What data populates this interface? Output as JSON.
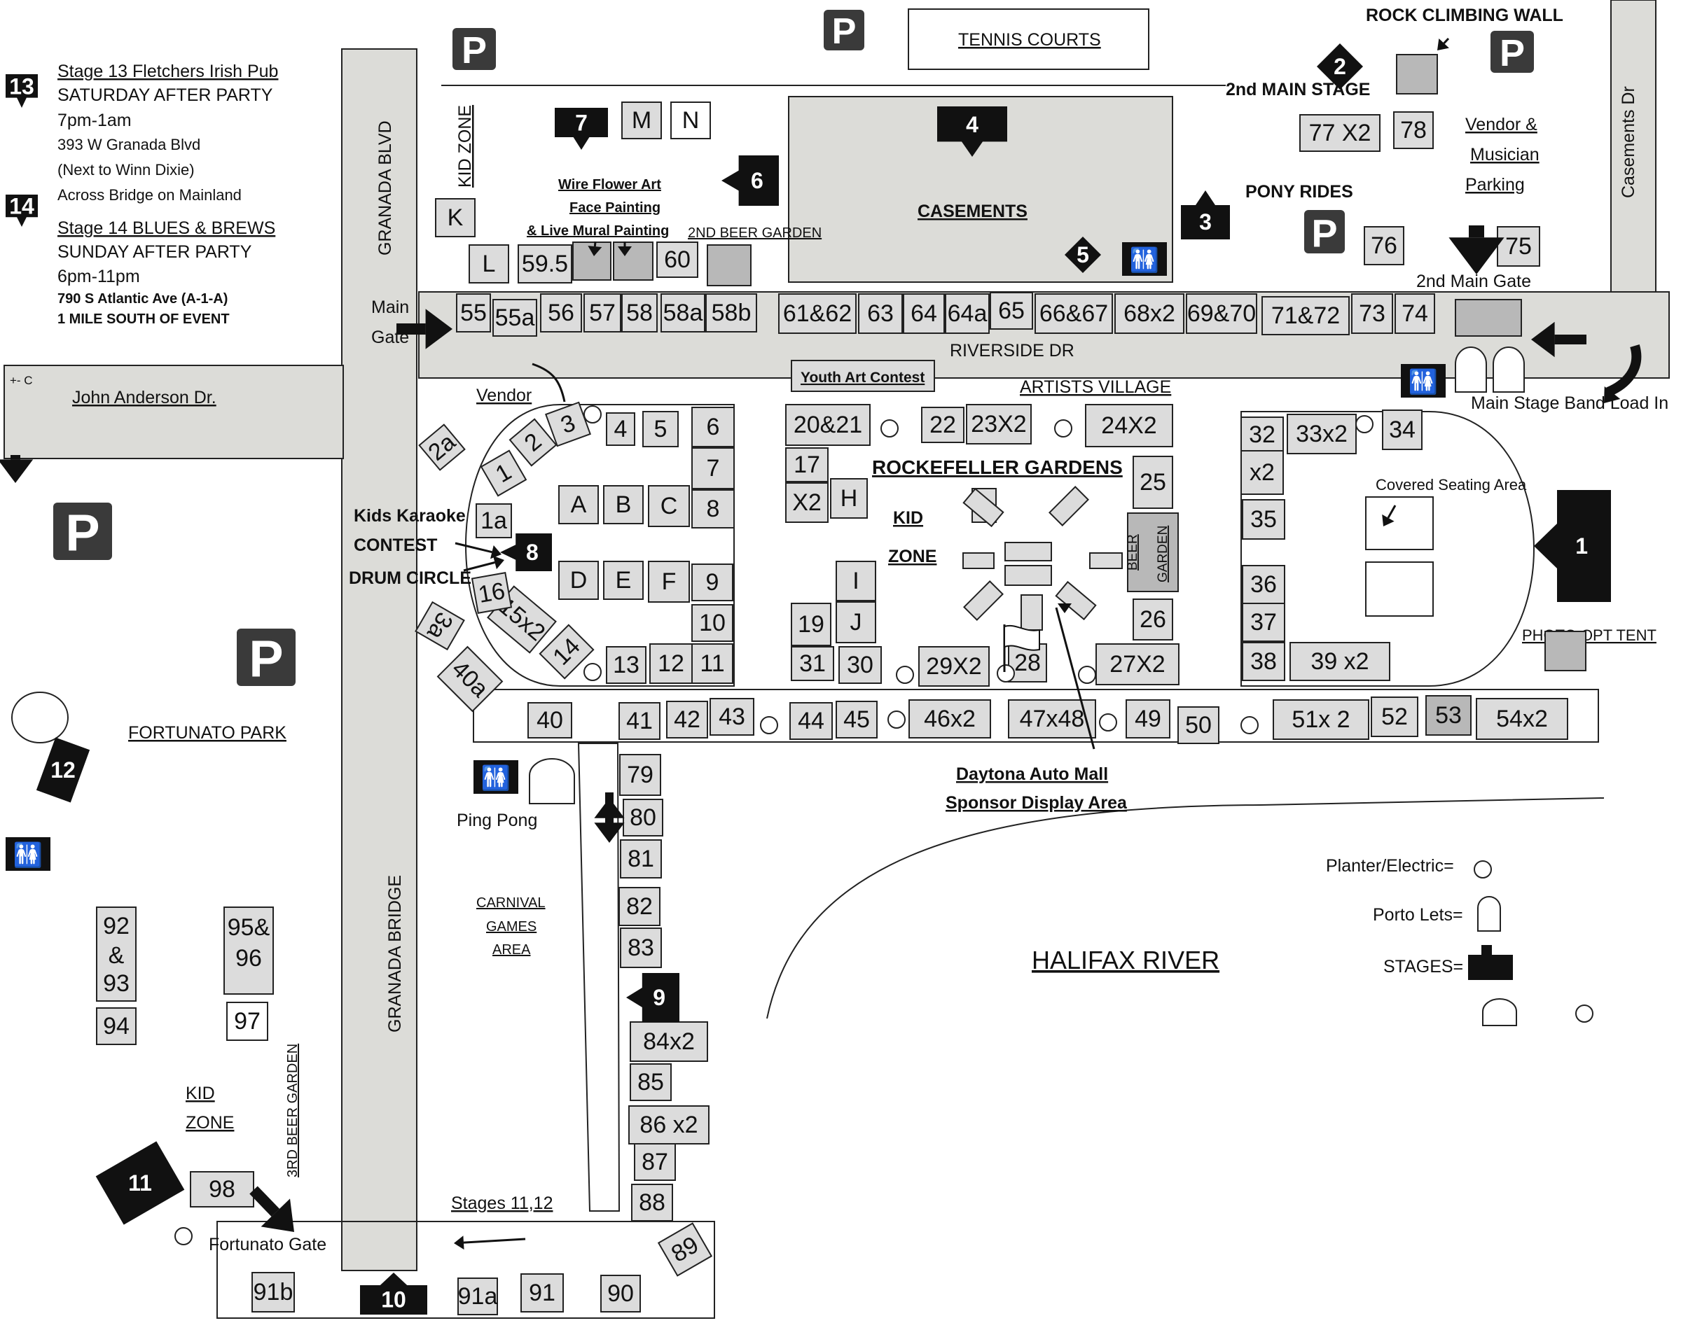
{
  "streets": {
    "granada_blvd": "GRANADA BLVD",
    "granada_bridge": "GRANADA BRIDGE",
    "john_anderson": "John Anderson Dr.",
    "riverside": "RIVERSIDE DR",
    "casements_dr": "Casements Dr",
    "john_anderson_tag": "+- C"
  },
  "venues": {
    "tennis": "TENNIS COURTS",
    "rock_wall": "ROCK CLIMBING WALL",
    "second_main_stage": "2nd MAIN STAGE",
    "vendor_parking": [
      "Vendor &",
      "Musician",
      "Parking"
    ],
    "casements": "CASEMENTS",
    "pony_rides": "PONY RIDES",
    "second_main_gate": "2nd Main Gate",
    "main_gate": [
      "Main",
      "Gate"
    ],
    "youth_art": "Youth Art  Contest",
    "artists_village": "ARTISTS VILLAGE",
    "band_load": "Main Stage Band Load In",
    "vendor": "Vendor",
    "kids_karaoke": "Kids Karaoke",
    "contest": "CONTEST",
    "drum_circle": "DRUM CIRCLE",
    "rockefeller": "ROCKEFELLER GARDENS",
    "kid_zone_mid": [
      "KID",
      "ZONE"
    ],
    "beer_garden_v": [
      "BEER",
      "GARDEN"
    ],
    "covered_seating": "Covered Seating Area",
    "photo_tent": "PHOTO OPT TENT",
    "kid_zone_v": "KID ZONE",
    "wire_flower": "Wire  Flower Art",
    "face_painting": "Face Painting",
    "live_mural": "& Live Mural Painting",
    "second_beer": "2ND BEER GARDEN",
    "fortunato_park": "FORTUNATO PARK",
    "ping_pong": "Ping  Pong",
    "carnival": [
      "CARNIVAL",
      "GAMES",
      "AREA"
    ],
    "daytona": [
      "Daytona Auto Mall",
      "Sponsor Display Area"
    ],
    "halifax": "HALIFAX RIVER",
    "kid_zone_low": [
      "KID",
      "ZONE"
    ],
    "third_beer": "3RD BEER GARDEN",
    "stages_11_12": "Stages 11,12",
    "fortunato_gate": "Fortunato Gate"
  },
  "legend": {
    "planter": "Planter/Electric=",
    "porto": "Porto Lets=",
    "stages": "STAGES="
  },
  "info": {
    "s13_title": "Stage 13 Fletchers Irish Pub",
    "s13_sub": "SATURDAY AFTER PARTY",
    "s13_time": "7pm-1am",
    "s13_addr": "393 W Granada Blvd",
    "s13_note": "(Next to Winn Dixie)",
    "s13_note2": "Across Bridge on Mainland",
    "s14_title": "Stage 14 BLUES & BREWS",
    "s14_sub": "SUNDAY AFTER PARTY",
    "s14_time": "6pm-11pm",
    "s14_addr": "790 S Atlantic Ave (A-1-A)",
    "s14_note": "1 MILE SOUTH OF EVENT"
  },
  "parking_symbol": "P",
  "stages": [
    "1",
    "2",
    "3",
    "4",
    "5",
    "6",
    "7",
    "8",
    "9",
    "10",
    "11",
    "12",
    "13",
    "14"
  ],
  "booths": [
    "55",
    "55a",
    "56",
    "57",
    "58",
    "58a",
    "58b",
    "61&62",
    "63",
    "64",
    "64a",
    "65",
    "66&67",
    "68x2",
    "69&70",
    "71&72",
    "73",
    "74",
    "K",
    "L",
    "59.5",
    "60",
    "M",
    "N",
    "77 X2",
    "78",
    "76",
    "75",
    "2a",
    "1a",
    "1",
    "2",
    "3",
    "4",
    "5",
    "6",
    "7",
    "8",
    "A",
    "B",
    "C",
    "D",
    "E",
    "F",
    "9",
    "10",
    "11",
    "12",
    "13",
    "14",
    "15x2",
    "16",
    "3a",
    "40a",
    "20&21",
    "22",
    "23X2",
    "24X2",
    "17",
    "X2",
    "H",
    "25",
    "I",
    "J",
    "19",
    "26",
    "31",
    "30",
    "29X2",
    "28",
    "27X2",
    "32",
    "x2",
    "33x2",
    "34",
    "35",
    "36",
    "37",
    "38",
    "39 x2",
    "40",
    "41",
    "42",
    "43",
    "44",
    "45",
    "46x2",
    "47x48",
    "49",
    "50",
    "51x 2",
    "52",
    "53",
    "54x2",
    "79",
    "80",
    "81",
    "82",
    "83",
    "84x2",
    "85",
    "86 x2",
    "87",
    "88",
    "89",
    "90",
    "91",
    "91a",
    "91b",
    "92",
    "&",
    "93",
    "95&",
    "96",
    "94",
    "97",
    "98"
  ],
  "restroom_symbol": "🚻"
}
